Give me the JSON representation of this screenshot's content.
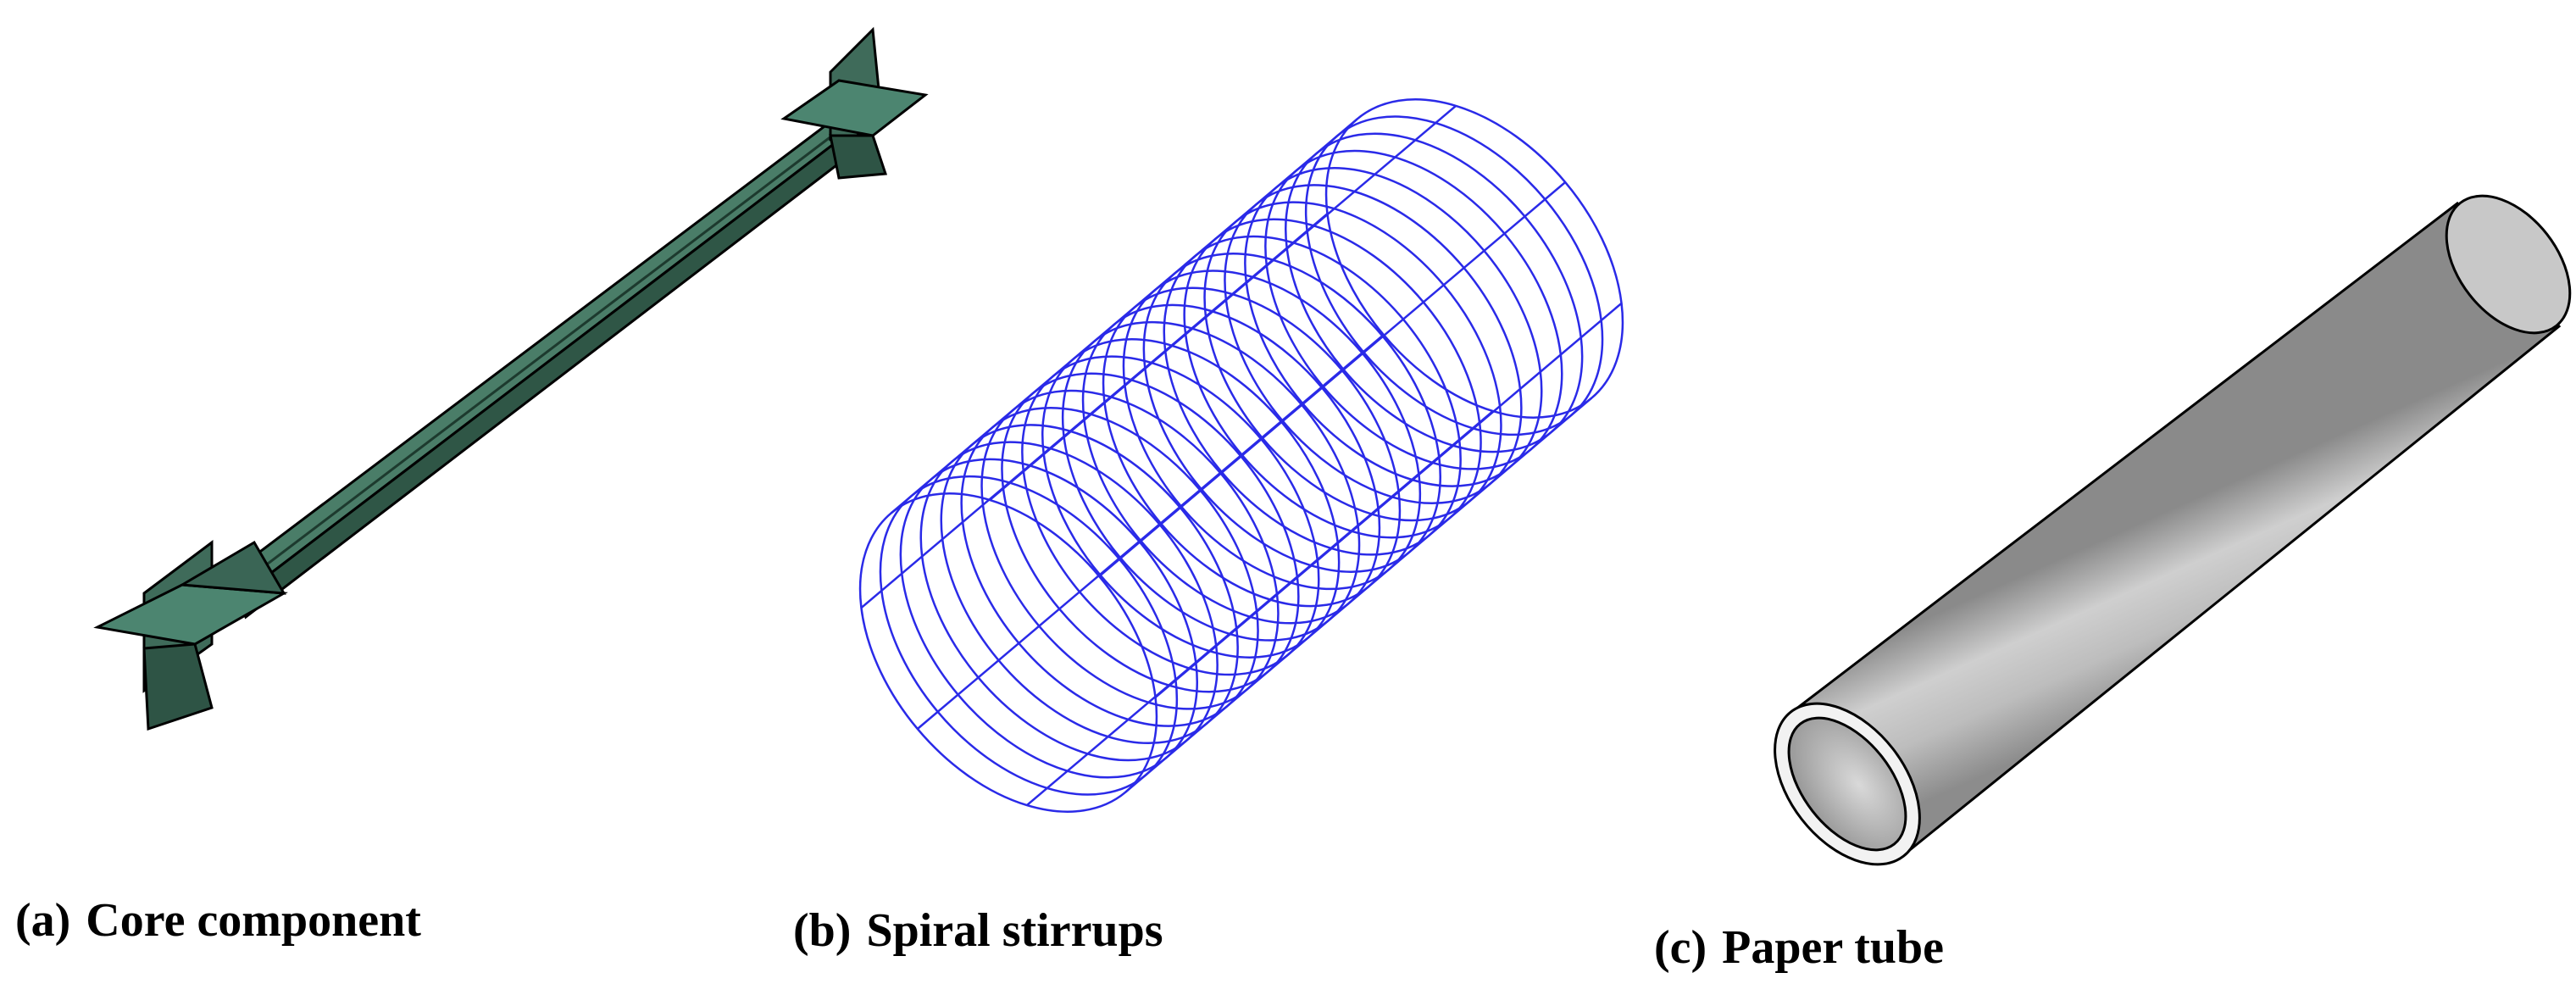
{
  "figure": {
    "panels": [
      {
        "id": "a",
        "letter": "(a)",
        "caption": "Core component",
        "color": "#3f6b5a"
      },
      {
        "id": "b",
        "letter": "(b)",
        "caption": "Spiral stirrups",
        "color": "#2a2ae8"
      },
      {
        "id": "c",
        "letter": "(c)",
        "caption": "Paper tube",
        "color": "#a9a9a9"
      }
    ]
  }
}
